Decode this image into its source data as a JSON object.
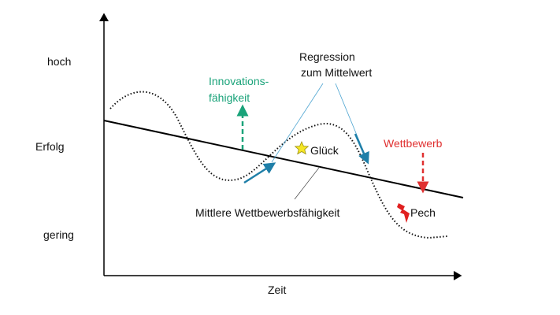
{
  "axes": {
    "y_levels": {
      "high": "hoch",
      "mid": "Erfolg",
      "low": "gering"
    },
    "x_label": "Zeit"
  },
  "labels": {
    "regression_line1": "Regression",
    "regression_line2": "zum Mittelwert",
    "innovation_line1": "Innovations-",
    "innovation_line2": "fähigkeit",
    "competition": "Wettbewerb",
    "luck": "Glück",
    "bad_luck": "Pech",
    "mean_line": "Mittlere Wettbewerbsfähigkeit"
  },
  "colors": {
    "innovation": "#1aa37a",
    "competition": "#e03030",
    "regression_arrow": "#1f7fa8",
    "star": "#f5e625",
    "lightning": "#e02020"
  }
}
